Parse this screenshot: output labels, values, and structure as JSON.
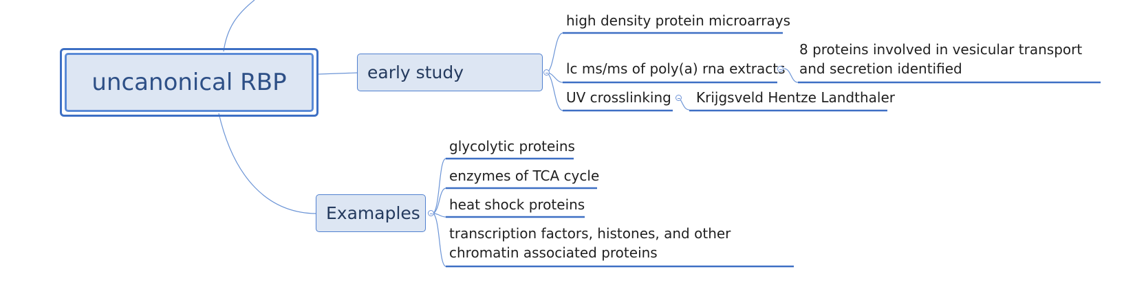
{
  "root": {
    "label": "uncanonical RBP"
  },
  "branches": {
    "early_study": {
      "label": "early study",
      "children": {
        "microarrays": "high density protein microarrays",
        "lcms": "lc ms/ms of poly(a) rna extracts",
        "lcms_result": "8 proteins involved in vesicular transport and secretion identified",
        "uv": "UV crosslinking",
        "uv_authors": "Krijgsveld Hentze Landthaler"
      }
    },
    "examples": {
      "label": "Examaples",
      "children": {
        "glycolytic": "glycolytic proteins",
        "tca": "enzymes of TCA cycle",
        "heat_shock": "heat shock proteins",
        "tf": "transcription factors, histones, and other chromatin associated proteins"
      }
    }
  },
  "colors": {
    "connector": "#4a7ccc",
    "underline": "#3d6fc4",
    "node_fill": "#dde6f3",
    "node_border": "#4f7fcf"
  }
}
